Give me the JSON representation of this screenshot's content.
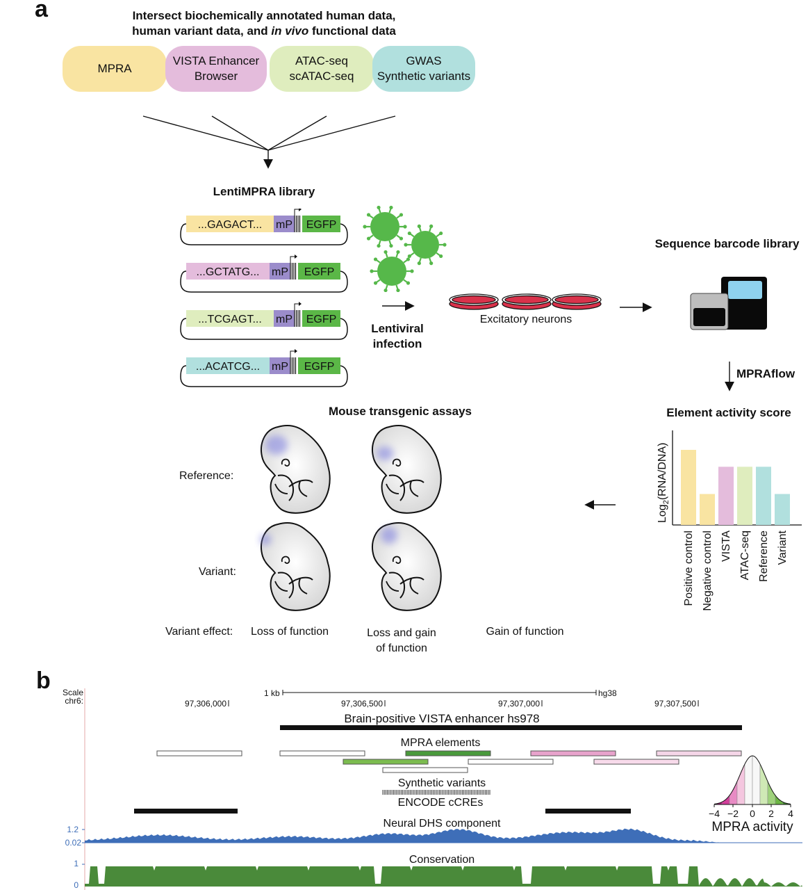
{
  "panel_a": {
    "letter": "a",
    "title_line1": "Intersect biochemically annotated human data,",
    "title_line2_pre": "human variant data, and ",
    "title_line2_italic": "in vivo",
    "title_line2_post": " functional data",
    "sources": [
      {
        "line1": "MPRA",
        "line2": "",
        "color": "#f9e4a2"
      },
      {
        "line1": "VISTA Enhancer",
        "line2": "Browser",
        "color": "#e4bcdc"
      },
      {
        "line1": "ATAC-seq",
        "line2": "scATAC-seq",
        "color": "#dfedbe"
      },
      {
        "line1": "GWAS",
        "line2": "Synthetic variants",
        "color": "#b1e0de"
      }
    ],
    "library": {
      "title": "LentiMPRA library",
      "constructs": [
        {
          "seq": "...GAGACT...",
          "color": "#f9e4a2"
        },
        {
          "seq": "...GCTATG...",
          "color": "#e4bcdc"
        },
        {
          "seq": "...TCGAGT...",
          "color": "#dfedbe"
        },
        {
          "seq": "...ACATCG...",
          "color": "#b1e0de"
        }
      ],
      "promoter_label": "mP",
      "reporter_label": "EGFP",
      "promoter_color": "#9b8ccb",
      "reporter_color": "#5bb747"
    },
    "infection_label_line1": "Lentiviral",
    "infection_label_line2": "infection",
    "neurons_label": "Excitatory neurons",
    "sequence_title": "Sequence barcode library",
    "mpraflow_label": "MPRAflow",
    "activity": {
      "title": "Element activity score",
      "ylabel_main": "Log",
      "ylabel_sub": "2",
      "ylabel_rest": "(RNA/DNA)"
    },
    "mouse": {
      "title": "Mouse transgenic assays",
      "row_reference": "Reference:",
      "row_variant": "Variant:",
      "effect_prefix": "Variant effect:",
      "effects": [
        {
          "line1": "Loss of function",
          "line2": ""
        },
        {
          "line1": "Loss and gain",
          "line2": "of function"
        },
        {
          "line1": "Gain of function",
          "line2": ""
        }
      ]
    }
  },
  "chart_data": {
    "type": "bar",
    "categories": [
      "Positive control",
      "Negative control",
      "VISTA",
      "ATAC-seq",
      "Reference",
      "Variant"
    ],
    "values": [
      0.8,
      0.33,
      0.62,
      0.62,
      0.62,
      0.33
    ],
    "colors": [
      "#f9e4a2",
      "#f9e4a2",
      "#e4bcdc",
      "#dfedbe",
      "#b1e0de",
      "#b1e0de"
    ],
    "ylabel": "Log2(RNA/DNA)",
    "ylim": [
      0,
      1
    ]
  },
  "panel_b": {
    "letter": "b",
    "scale_label": "Scale",
    "chrom_label": "chr6:",
    "scale_bar_label": "1 kb",
    "assembly": "hg38",
    "positions": [
      "97,306,000",
      "97,306,500",
      "97,307,000",
      "97,307,500"
    ],
    "enhancer_label": "Brain-positive VISTA enhancer hs978",
    "mpra_label": "MPRA elements",
    "synthetic_label": "Synthetic variants",
    "encode_label": "ENCODE cCREs",
    "dhs_label": "Neural DHS component",
    "dhs_ticks": [
      "1.2",
      "0.02"
    ],
    "dhs_color": "#3e6eb8",
    "conservation_label": "Conservation",
    "cons_ticks": [
      "1",
      "0"
    ],
    "cons_color": "#4a8a3a",
    "legend": {
      "ticks": [
        "−4",
        "−2",
        "0",
        "2",
        "4"
      ],
      "title": "MPRA activity"
    }
  }
}
